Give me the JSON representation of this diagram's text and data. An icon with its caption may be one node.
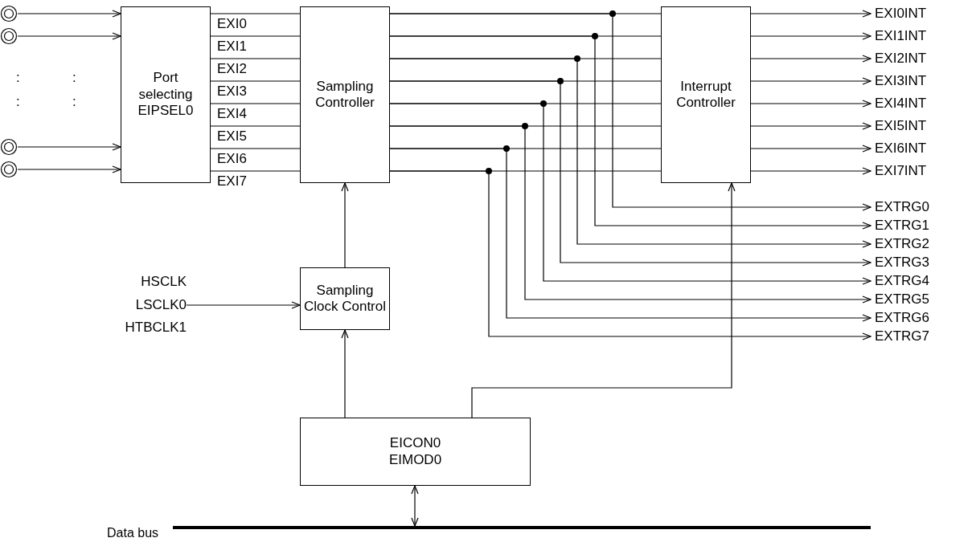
{
  "diagram": {
    "nodes": [
      {
        "text": [],
        "shape": "circle"
      },
      {
        "text": [],
        "shape": "circle"
      },
      {
        "text": [],
        "shape": "circle"
      },
      {
        "text": [],
        "shape": "circle"
      },
      {
        "text": [
          "Port selecting EIPSEL0"
        ]
      },
      {
        "text": [
          "Sampling Controller"
        ]
      },
      {
        "text": [
          "Interrupt Controller"
        ]
      },
      {
        "text": [
          "EXI0INT"
        ]
      },
      {
        "text": [
          "EXI1INT"
        ]
      },
      {
        "text": [
          "EXI2INT"
        ]
      },
      {
        "text": [
          "EXI3INT"
        ]
      },
      {
        "text": [
          "EXI4INT"
        ]
      },
      {
        "text": [
          "EXI5INT"
        ]
      },
      {
        "text": [
          "EXI6INT"
        ]
      },
      {
        "text": [
          "EXI7INT"
        ]
      },
      {
        "text": [
          "EXTRG0"
        ]
      },
      {
        "text": [
          "EXTRG1"
        ]
      },
      {
        "text": [
          "EXTRG2"
        ]
      },
      {
        "text": [
          "EXTRG3"
        ]
      },
      {
        "text": [
          "EXTRG4"
        ]
      },
      {
        "text": [
          "EXTRG5"
        ]
      },
      {
        "text": [
          "EXTRG6"
        ]
      },
      {
        "text": [
          "EXTRG7"
        ]
      },
      {
        "text": [
          "Sampling Clock Control"
        ]
      },
      {
        "text": [
          "HSCLK",
          "LSCLK0",
          "HTBCLK1"
        ]
      },
      {
        "text": [
          "EICON0 EIMOD0"
        ]
      },
      {
        "text": [],
        "shape": "bar",
        "beside": [
          "Data bus"
        ]
      }
    ],
    "edges": [
      {
        "from": 0,
        "to": 4,
        "arrow": "to"
      },
      {
        "from": 1,
        "to": 4,
        "arrow": "to"
      },
      {
        "from": 2,
        "to": 4,
        "arrow": "to"
      },
      {
        "from": 3,
        "to": 4,
        "arrow": "to"
      },
      {
        "from": 4,
        "to": 5,
        "arrow": "none",
        "label": "EXI0"
      },
      {
        "from": 4,
        "to": 5,
        "arrow": "none",
        "label": "EXI1"
      },
      {
        "from": 4,
        "to": 5,
        "arrow": "none",
        "label": "EXI2"
      },
      {
        "from": 4,
        "to": 5,
        "arrow": "none",
        "label": "EXI3"
      },
      {
        "from": 4,
        "to": 5,
        "arrow": "none",
        "label": "EXI4"
      },
      {
        "from": 4,
        "to": 5,
        "arrow": "none",
        "label": "EXI5"
      },
      {
        "from": 4,
        "to": 5,
        "arrow": "none",
        "label": "EXI6"
      },
      {
        "from": 4,
        "to": 5,
        "arrow": "none",
        "label": "EXI7"
      },
      {
        "from": 5,
        "to": 6,
        "arrow": "none"
      },
      {
        "from": 5,
        "to": 6,
        "arrow": "none"
      },
      {
        "from": 5,
        "to": 6,
        "arrow": "none"
      },
      {
        "from": 5,
        "to": 6,
        "arrow": "none"
      },
      {
        "from": 5,
        "to": 6,
        "arrow": "none"
      },
      {
        "from": 5,
        "to": 6,
        "arrow": "none"
      },
      {
        "from": 5,
        "to": 6,
        "arrow": "none"
      },
      {
        "from": 5,
        "to": 6,
        "arrow": "none"
      },
      {
        "from": 5,
        "to": 15,
        "arrow": "to"
      },
      {
        "from": 5,
        "to": 16,
        "arrow": "to"
      },
      {
        "from": 5,
        "to": 17,
        "arrow": "to"
      },
      {
        "from": 5,
        "to": 18,
        "arrow": "to"
      },
      {
        "from": 5,
        "to": 19,
        "arrow": "to"
      },
      {
        "from": 5,
        "to": 20,
        "arrow": "to"
      },
      {
        "from": 5,
        "to": 21,
        "arrow": "to"
      },
      {
        "from": 5,
        "to": 22,
        "arrow": "to"
      },
      {
        "from": 6,
        "to": 7,
        "arrow": "to"
      },
      {
        "from": 6,
        "to": 8,
        "arrow": "to"
      },
      {
        "from": 6,
        "to": 9,
        "arrow": "to"
      },
      {
        "from": 6,
        "to": 10,
        "arrow": "to"
      },
      {
        "from": 6,
        "to": 11,
        "arrow": "to"
      },
      {
        "from": 6,
        "to": 12,
        "arrow": "to"
      },
      {
        "from": 6,
        "to": 13,
        "arrow": "to"
      },
      {
        "from": 6,
        "to": 14,
        "arrow": "to"
      },
      {
        "from": 24,
        "to": 23,
        "arrow": "to"
      },
      {
        "from": 23,
        "to": 5,
        "arrow": "to"
      },
      {
        "from": 25,
        "to": 23,
        "arrow": "to"
      },
      {
        "from": 25,
        "to": 6,
        "arrow": "to"
      },
      {
        "from": 25,
        "to": 26,
        "arrow": "both"
      }
    ],
    "labels": [
      ":",
      ":",
      ":",
      ":"
    ]
  }
}
